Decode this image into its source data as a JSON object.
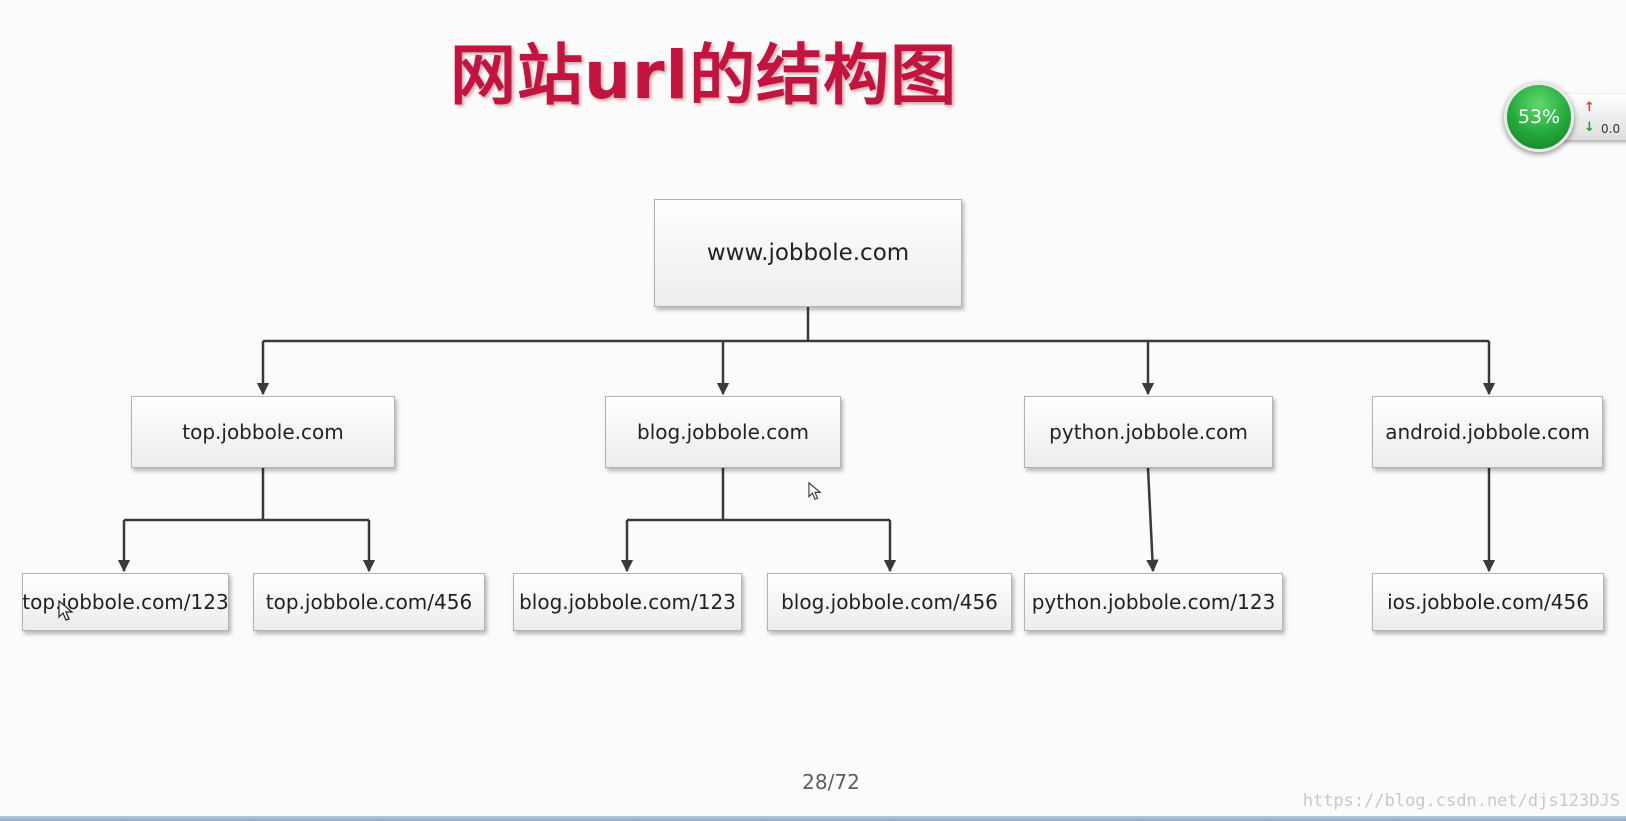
{
  "title": "网站url的结构图",
  "page_number": "28/72",
  "watermark": "https://blog.csdn.net/djs123DJS",
  "speed_widget": {
    "percent": "53%",
    "down_value": "0.0"
  },
  "diagram": {
    "root": "www.jobbole.com",
    "level1": [
      {
        "label": "top.jobbole.com",
        "children": [
          "top.jobbole.com/123",
          "top.jobbole.com/456"
        ]
      },
      {
        "label": "blog.jobbole.com",
        "children": [
          "blog.jobbole.com/123",
          "blog.jobbole.com/456"
        ]
      },
      {
        "label": "python.jobbole.com",
        "children": [
          "python.jobbole.com/123"
        ]
      },
      {
        "label": "android.jobbole.com",
        "children": [
          "ios.jobbole.com/456"
        ]
      }
    ]
  },
  "colors": {
    "title": "#c1143f",
    "line": "#3a3a3a",
    "node_border": "#b3b3b3"
  }
}
